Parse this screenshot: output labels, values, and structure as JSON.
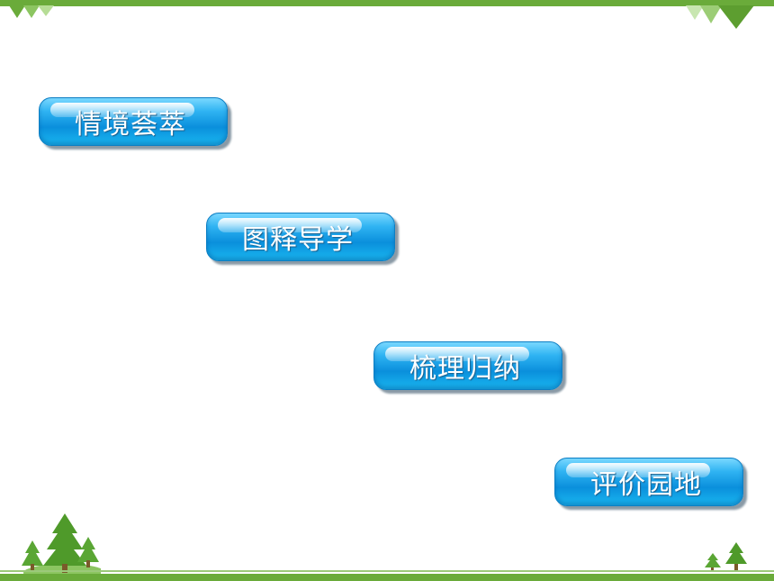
{
  "buttons": [
    {
      "label": "情境荟萃"
    },
    {
      "label": "图释导学"
    },
    {
      "label": "梳理归纳"
    },
    {
      "label": "评价园地"
    }
  ],
  "icons": {
    "top_left": "triangle-pennants-icon",
    "top_right": "triangle-pennants-icon",
    "bottom_left": "pine-trees-icon",
    "bottom_right": "pine-trees-icon"
  },
  "colors": {
    "frame_green": "#6aab3a",
    "button_blue": "#0a8fdc",
    "button_text": "#ffffff"
  }
}
